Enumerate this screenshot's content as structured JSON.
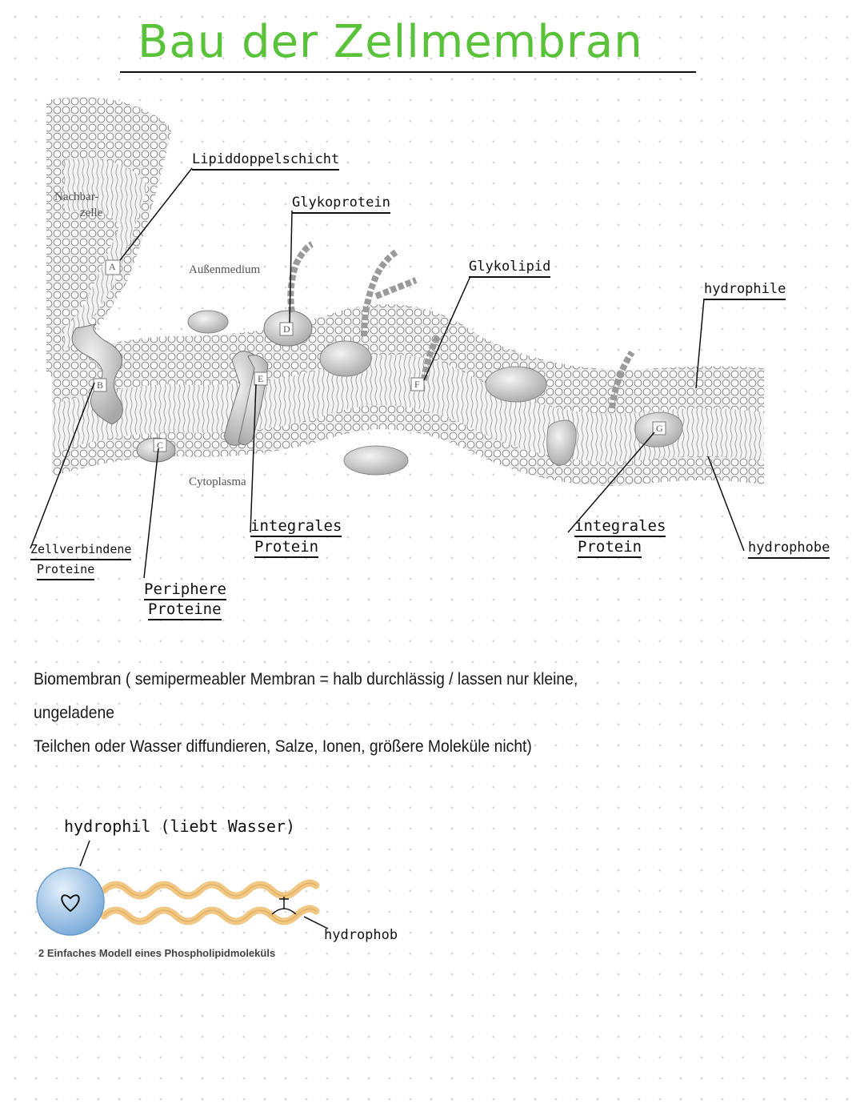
{
  "title": "Bau der Zellmembran",
  "diagram": {
    "print_labels": {
      "nachbar": "Nachbar-",
      "zelle": "zelle",
      "aussen": "Außenmedium",
      "cyto": "Cytoplasma"
    },
    "letters": [
      "A",
      "B",
      "C",
      "D",
      "E",
      "F",
      "G"
    ],
    "labels": {
      "lipiddoppelschicht": "Lipiddoppelschicht",
      "glykoprotein": "Glykoprotein",
      "glykolipid": "Glykolipid",
      "hydrophile": "hydrophile",
      "zellverbindende_1": "Zellverbindene",
      "zellverbindende_2": "Proteine",
      "periphere_1": "Periphere",
      "periphere_2": "Proteine",
      "integrales1_1": "integrales",
      "integrales1_2": "Protein",
      "integrales2_1": "integrales",
      "integrales2_2": "Protein",
      "hydrophobe": "hydrophobe"
    }
  },
  "text": {
    "line1": "Biomembran ( semipermeabler Membran = halb durchlässig / lassen nur kleine, ungeladene",
    "line2": "Teilchen oder Wasser diffundieren, Salze, Ionen, größere Moleküle nicht)"
  },
  "phospholipid": {
    "hydrophil_label": "hydrophil (liebt Wasser)",
    "hydrophob_label": "hydrophob",
    "caption": "2 Einfaches Modell eines Phospholipidmoleküls"
  },
  "colors": {
    "title": "#58c238",
    "head": "#9fc7ee",
    "tail": "#f2c783"
  }
}
